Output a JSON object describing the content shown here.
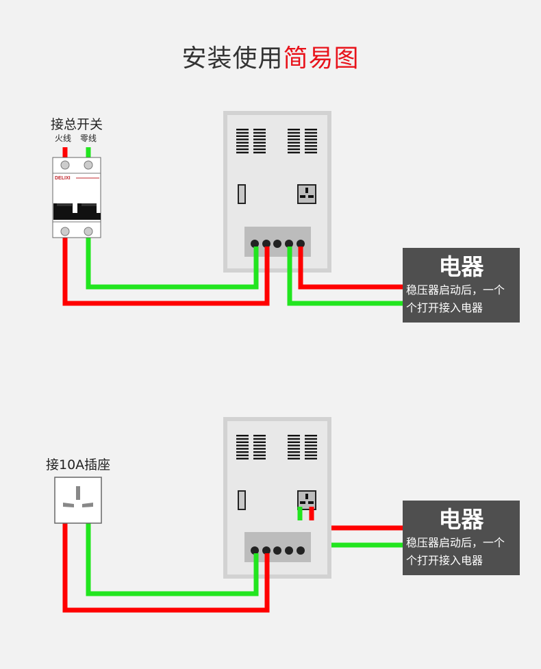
{
  "title": {
    "main": "安装使用",
    "accent": "简易图"
  },
  "colors": {
    "live_wire": "#ff0000",
    "neutral_wire": "#22e51f",
    "appliance_box": "#4f4f4f",
    "regulator_body": "#e6e6e6",
    "title_accent": "#e8121a"
  },
  "diagram_top": {
    "source_label": "接总开关",
    "live_label": "火线",
    "neutral_label": "零线",
    "breaker_brand": "DELIXI",
    "appliance": {
      "title": "电器",
      "desc_line1": "稳压器启动后，一个",
      "desc_line2": "个打开接入电器"
    }
  },
  "diagram_bottom": {
    "source_label": "接10A插座",
    "appliance": {
      "title": "电器",
      "desc_line1": "稳压器启动后，一个",
      "desc_line2": "个打开接入电器"
    }
  }
}
